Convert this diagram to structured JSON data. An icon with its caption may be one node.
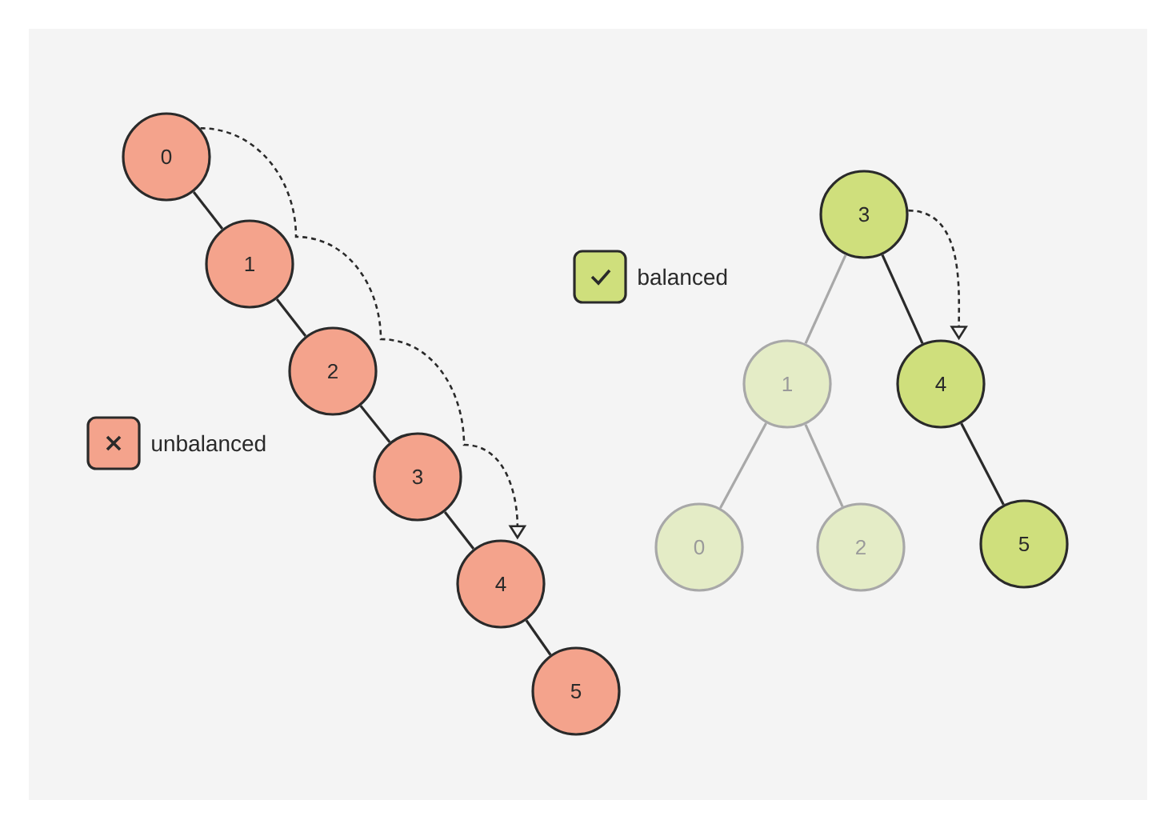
{
  "diagram": {
    "nodes": [
      {
        "text": [
          "0"
        ]
      },
      {
        "text": [
          "1"
        ]
      },
      {
        "text": [
          "2"
        ]
      },
      {
        "text": [
          "3"
        ]
      },
      {
        "text": [
          "4"
        ]
      },
      {
        "text": [
          "5"
        ]
      },
      {
        "text": [
          "3"
        ]
      },
      {
        "text": [
          "1"
        ]
      },
      {
        "text": [
          "4"
        ]
      },
      {
        "text": [
          "0"
        ]
      },
      {
        "text": [
          "2"
        ]
      },
      {
        "text": [
          "5"
        ]
      }
    ],
    "edges": [
      {
        "from": 0,
        "to": 1,
        "arrow": "none"
      },
      {
        "from": 1,
        "to": 2,
        "arrow": "none"
      },
      {
        "from": 2,
        "to": 3,
        "arrow": "none"
      },
      {
        "from": 3,
        "to": 4,
        "arrow": "none"
      },
      {
        "from": 4,
        "to": 5,
        "arrow": "none"
      },
      {
        "from": 0,
        "to": 4,
        "arrow": "to",
        "style": "dashed"
      },
      {
        "from": 6,
        "to": 7,
        "arrow": "none",
        "color": "#a8a8a8"
      },
      {
        "from": 6,
        "to": 8,
        "arrow": "none"
      },
      {
        "from": 7,
        "to": 9,
        "arrow": "none",
        "color": "#a8a8a8"
      },
      {
        "from": 7,
        "to": 10,
        "arrow": "none",
        "color": "#a8a8a8"
      },
      {
        "from": 8,
        "to": 11,
        "arrow": "none"
      },
      {
        "from": 6,
        "to": 8,
        "arrow": "to",
        "style": "dashed"
      }
    ],
    "legend": [
      {
        "text": "unbalanced",
        "color": "#f4a38c"
      },
      {
        "text": "balanced",
        "color": "#cfdf7c"
      }
    ]
  }
}
